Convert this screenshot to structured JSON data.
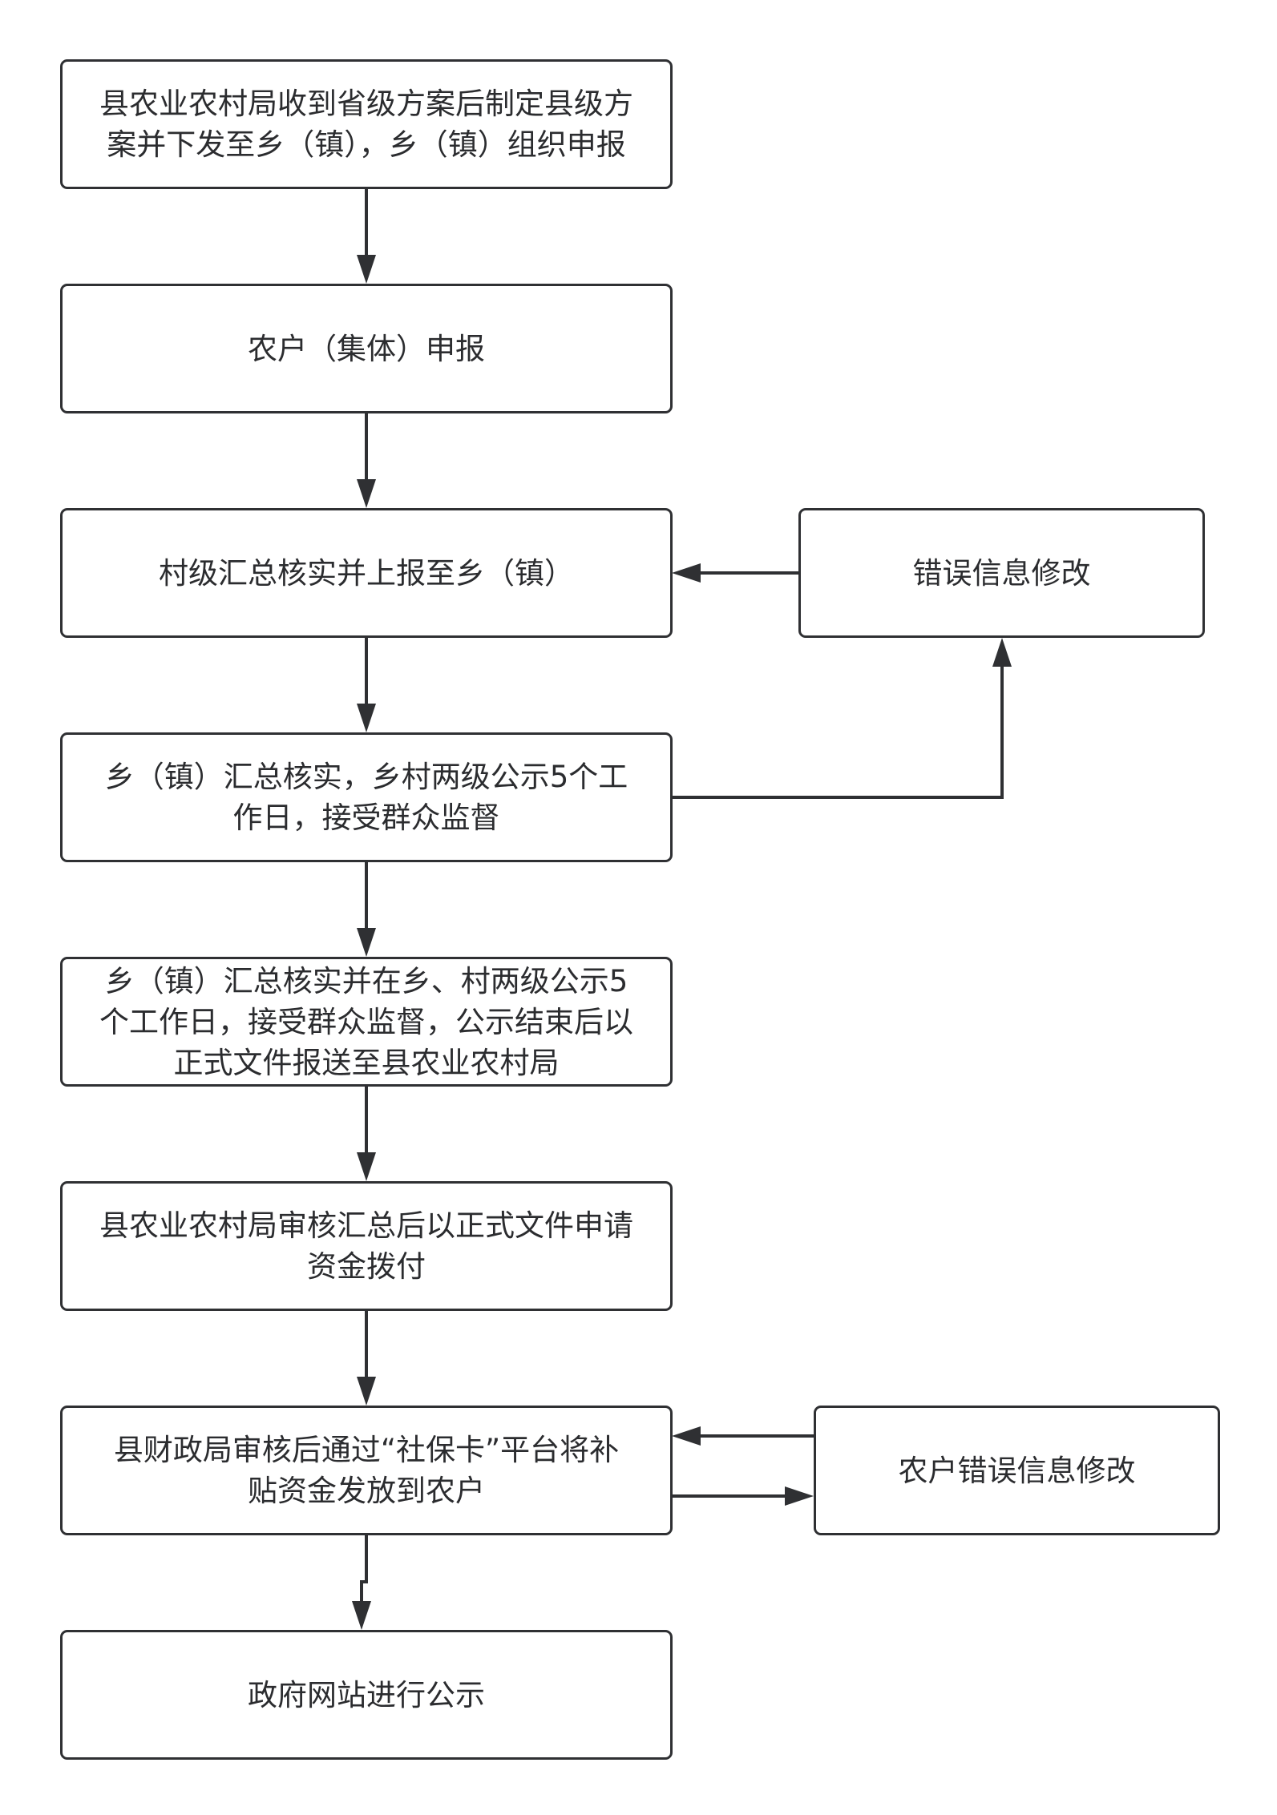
{
  "flowchart": {
    "steps": [
      {
        "text": "县农业农村局收到省级方案后制定县级方\n案并下发至乡（镇），乡（镇）组织申报"
      },
      {
        "text": "农户（集体）申报"
      },
      {
        "text": "村级汇总核实并上报至乡（镇）"
      },
      {
        "text": "乡（镇）汇总核实，乡村两级公示5个工\n作日，接受群众监督"
      },
      {
        "text": "乡（镇）汇总核实并在乡、村两级公示5\n个工作日，接受群众监督，公示结束后以\n正式文件报送至县农业农村局"
      },
      {
        "text": "县农业农村局审核汇总后以正式文件申请\n资金拨付"
      },
      {
        "text": "县财政局审核后通过“社保卡”平台将补\n贴资金发放到农户"
      },
      {
        "text": "政府网站进行公示"
      }
    ],
    "side_boxes": [
      {
        "text": "错误信息修改"
      },
      {
        "text": "农户错误信息修改"
      }
    ]
  },
  "colors": {
    "stroke": "#2f3033",
    "text": "#2b2c2f",
    "background": "#ffffff"
  }
}
